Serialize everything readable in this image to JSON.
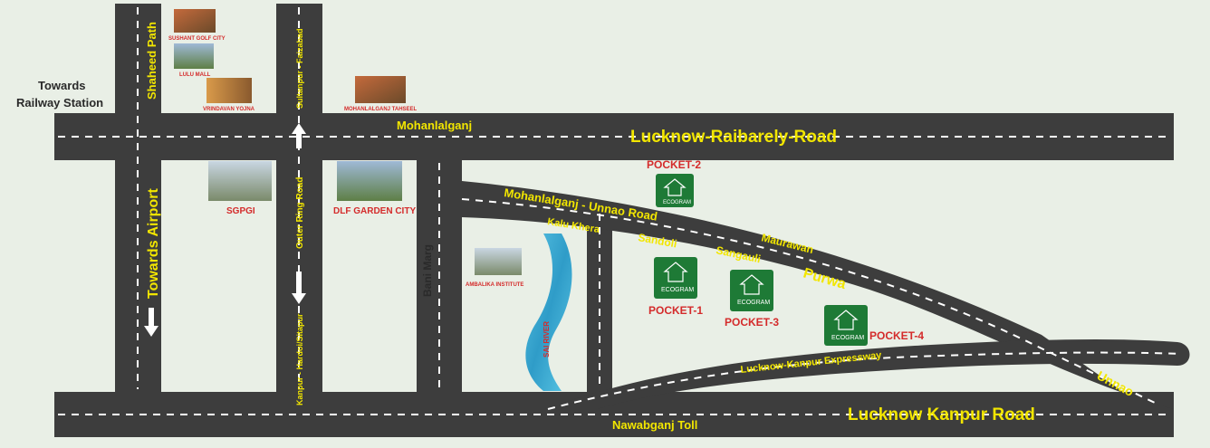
{
  "roads": {
    "top_road": "Lucknow-Raibarely-Road",
    "bottom_road": "Lucknow Kanpur Road",
    "mohanlalganj": "Mohanlalganj",
    "shaheed_path": "Shaheed Path",
    "towards_airport": "Towards Airport",
    "sultanpur": "Sultanpur - Faizabad",
    "outer_ring": "Outer Ring Road",
    "kanpur_hardoi": "Kanpur - Hardoi/Sitapur",
    "bani_marg": "Bani Marg",
    "unnao_road": "Mohanlalganj - Unnao Road",
    "kalu_khera": "Kalu Khera",
    "sandoli": "Sandoli",
    "sangauli": "Sangauli",
    "maurawan": "Maurawan",
    "purwa": "Purwa",
    "expressway": "Lucknow-Kanpur Expressway",
    "unnao": "Unnao",
    "nawabganj_toll": "Nawabganj Toll"
  },
  "railway": {
    "line1": "Towards",
    "line2": "Railway Station"
  },
  "landmarks": {
    "sushant": "SUSHANT GOLF CITY",
    "lulu": "LULU MALL",
    "vrindavan": "VRINDAVAN YOJNA",
    "tahseel": "MOHANLALGANJ TAHSEEL",
    "sgpgi": "SGPGI",
    "dlf": "DLF GARDEN CITY",
    "ambalika": "AMBALIKA INSTITUTE",
    "sai_river": "SAI RIVER"
  },
  "pockets": {
    "p1": "POCKET-1",
    "p2": "POCKET-2",
    "p3": "POCKET-3",
    "p4": "POCKET-4",
    "brand": "ECOGRAM"
  },
  "colors": {
    "road": "#3d3d3d",
    "road_label": "#f2e600",
    "pocket_green": "#1e7a36",
    "landmark_red": "#d42b2b",
    "river": "#3aa7cf",
    "background": "#e9efe6"
  }
}
